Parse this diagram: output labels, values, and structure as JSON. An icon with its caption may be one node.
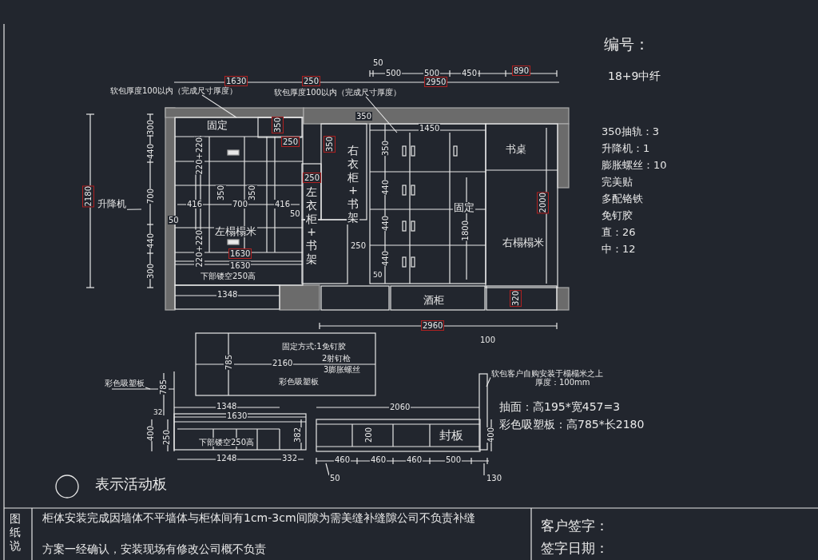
{
  "diagram": {
    "nodes": [
      {
        "text": [
          "软包厚度100以内（完成尺寸厚度）"
        ]
      },
      {
        "text": [
          "软包厚度100以内（完成尺寸厚度）"
        ]
      },
      {
        "text": [
          "升降机"
        ]
      },
      {
        "text": [
          "彩色吸塑板"
        ]
      },
      {
        "text": [
          "软包客户自购安装于榻榻米之上",
          "厚度：100mm"
        ]
      }
    ],
    "edges": [
      {
        "from": 0,
        "to": null,
        "arrow": "none"
      },
      {
        "from": 1,
        "to": null,
        "arrow": "none"
      },
      {
        "from": 2,
        "to": null,
        "arrow": "none"
      },
      {
        "from": 3,
        "to": null,
        "arrow": "none"
      },
      {
        "from": 4,
        "to": null,
        "arrow": "none"
      }
    ],
    "labels": [
      "编号：",
      "18+9中纤",
      "1630",
      "250",
      "50",
      "500",
      "500",
      "450",
      "890",
      "2950",
      "2180",
      "300",
      "440",
      "700",
      "440",
      "300",
      "固定",
      "350",
      "250",
      "220+220",
      "416",
      "350",
      "700",
      "350",
      "416",
      "50",
      "50",
      "220+220",
      "左榻榻米",
      "1630",
      "1630",
      "下部镂空250高",
      "1348",
      "250",
      "左衣柜+书架",
      "350",
      "右衣柜+书架",
      "250",
      "350",
      "1450",
      "350",
      "440",
      "440",
      "440",
      "50",
      "固定",
      "1800",
      "书桌",
      "2000",
      "右榻榻米",
      "酒柜",
      "320",
      "2960",
      "固定方式:1免钉胶",
      "2射钉枪",
      "3膨胀螺丝",
      "785",
      "2160",
      "彩色吸塑板",
      "785",
      "1348",
      "1630",
      "32",
      "400",
      "250",
      "382",
      "下部镂空250高",
      "1248",
      "332",
      "100",
      "2060",
      "200",
      "封板",
      "400",
      "460",
      "460",
      "460",
      "500",
      "50",
      "130",
      "抽面：高195*宽457=3",
      "彩色吸塑板：高785*长2180",
      "350抽轨：3",
      "升降机：1",
      "膨胀螺丝：10",
      "完美贴",
      "多配铬铁",
      "免钉胶",
      "直：26",
      "中：12",
      "图纸说",
      "柜体安装完成因墙体不平墙体与柜体间有1cm-3cm间隙为需美缝补缝隙公司不负责补缝",
      "方案一经确认，安装现场有修改公司概不负责",
      "客户签字：",
      "签字日期："
    ],
    "legend": [
      {
        "text": "表示活动板"
      }
    ]
  }
}
